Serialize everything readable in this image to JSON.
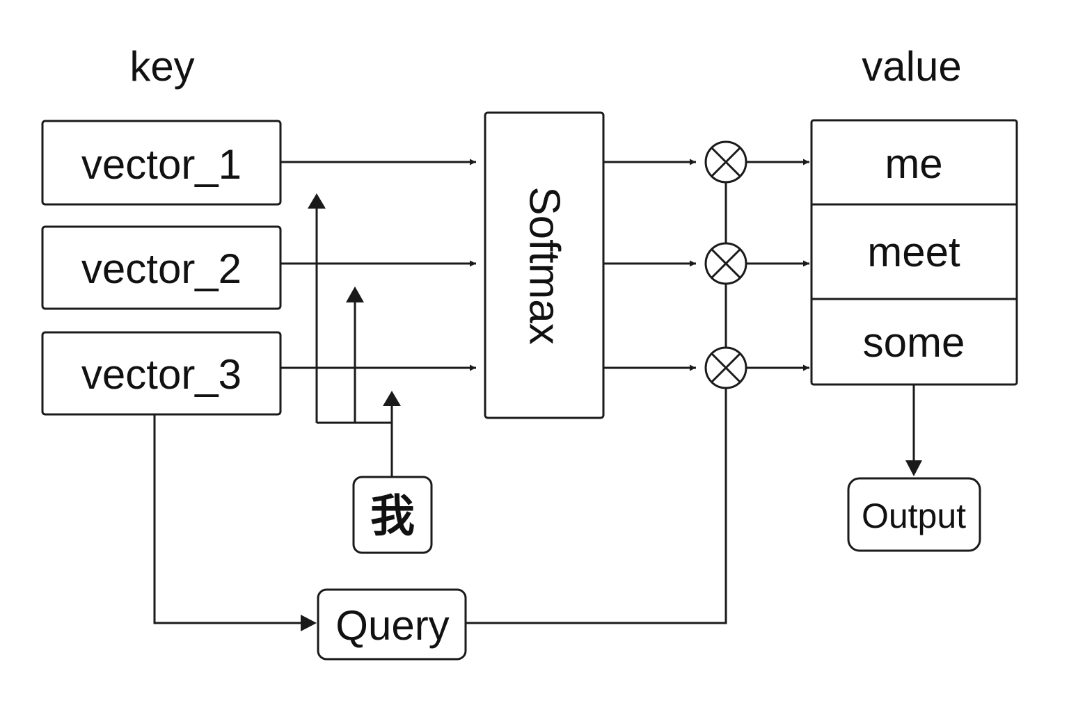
{
  "headers": {
    "key": "key",
    "value": "value"
  },
  "keys": [
    "vector_1",
    "vector_2",
    "vector_3"
  ],
  "softmax": "Softmax",
  "values": [
    "me",
    "meet",
    "some"
  ],
  "input_token": "我",
  "query": "Query",
  "output": "Output",
  "multiply_symbol": "⊗"
}
